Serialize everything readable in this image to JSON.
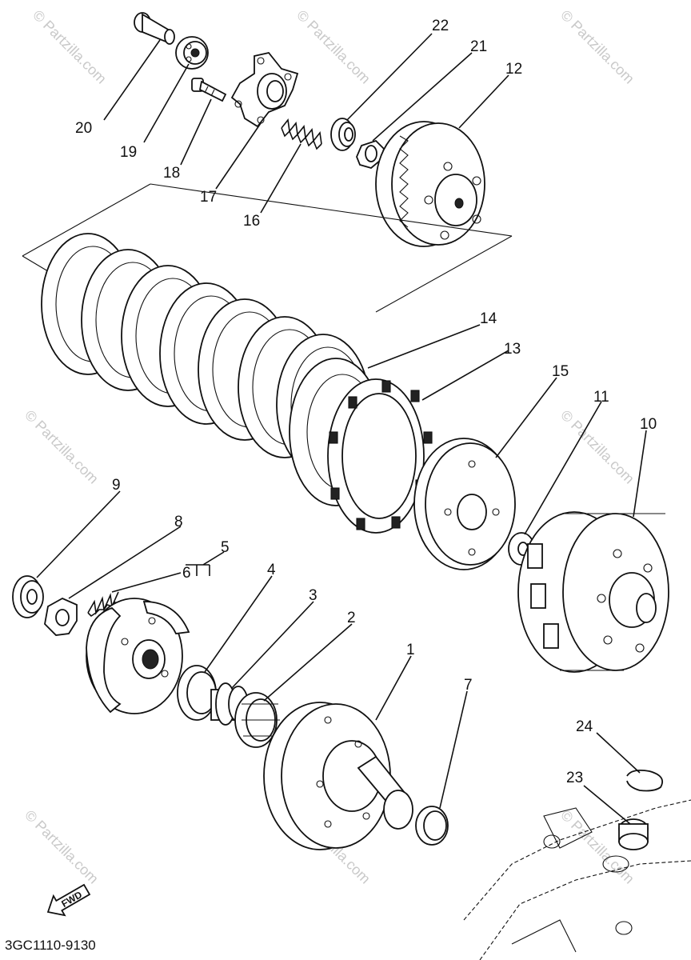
{
  "diagram_code": "3GC1110-9130",
  "fwd_label": "FWD",
  "watermark_text": "© Partzilla.com",
  "callouts": {
    "p1": "1",
    "p2": "2",
    "p3": "3",
    "p4": "4",
    "p5": "5",
    "p6": "6",
    "p7": "7",
    "p8": "8",
    "p9": "9",
    "p10": "10",
    "p11": "11",
    "p12": "12",
    "p13": "13",
    "p14": "14",
    "p15": "15",
    "p16": "16",
    "p17": "17",
    "p18": "18",
    "p19": "19",
    "p20": "20",
    "p21": "21",
    "p22": "22",
    "p23": "23",
    "p24": "24"
  },
  "colors": {
    "line": "#111111",
    "watermark": "#c9c9c9",
    "background": "#ffffff"
  }
}
